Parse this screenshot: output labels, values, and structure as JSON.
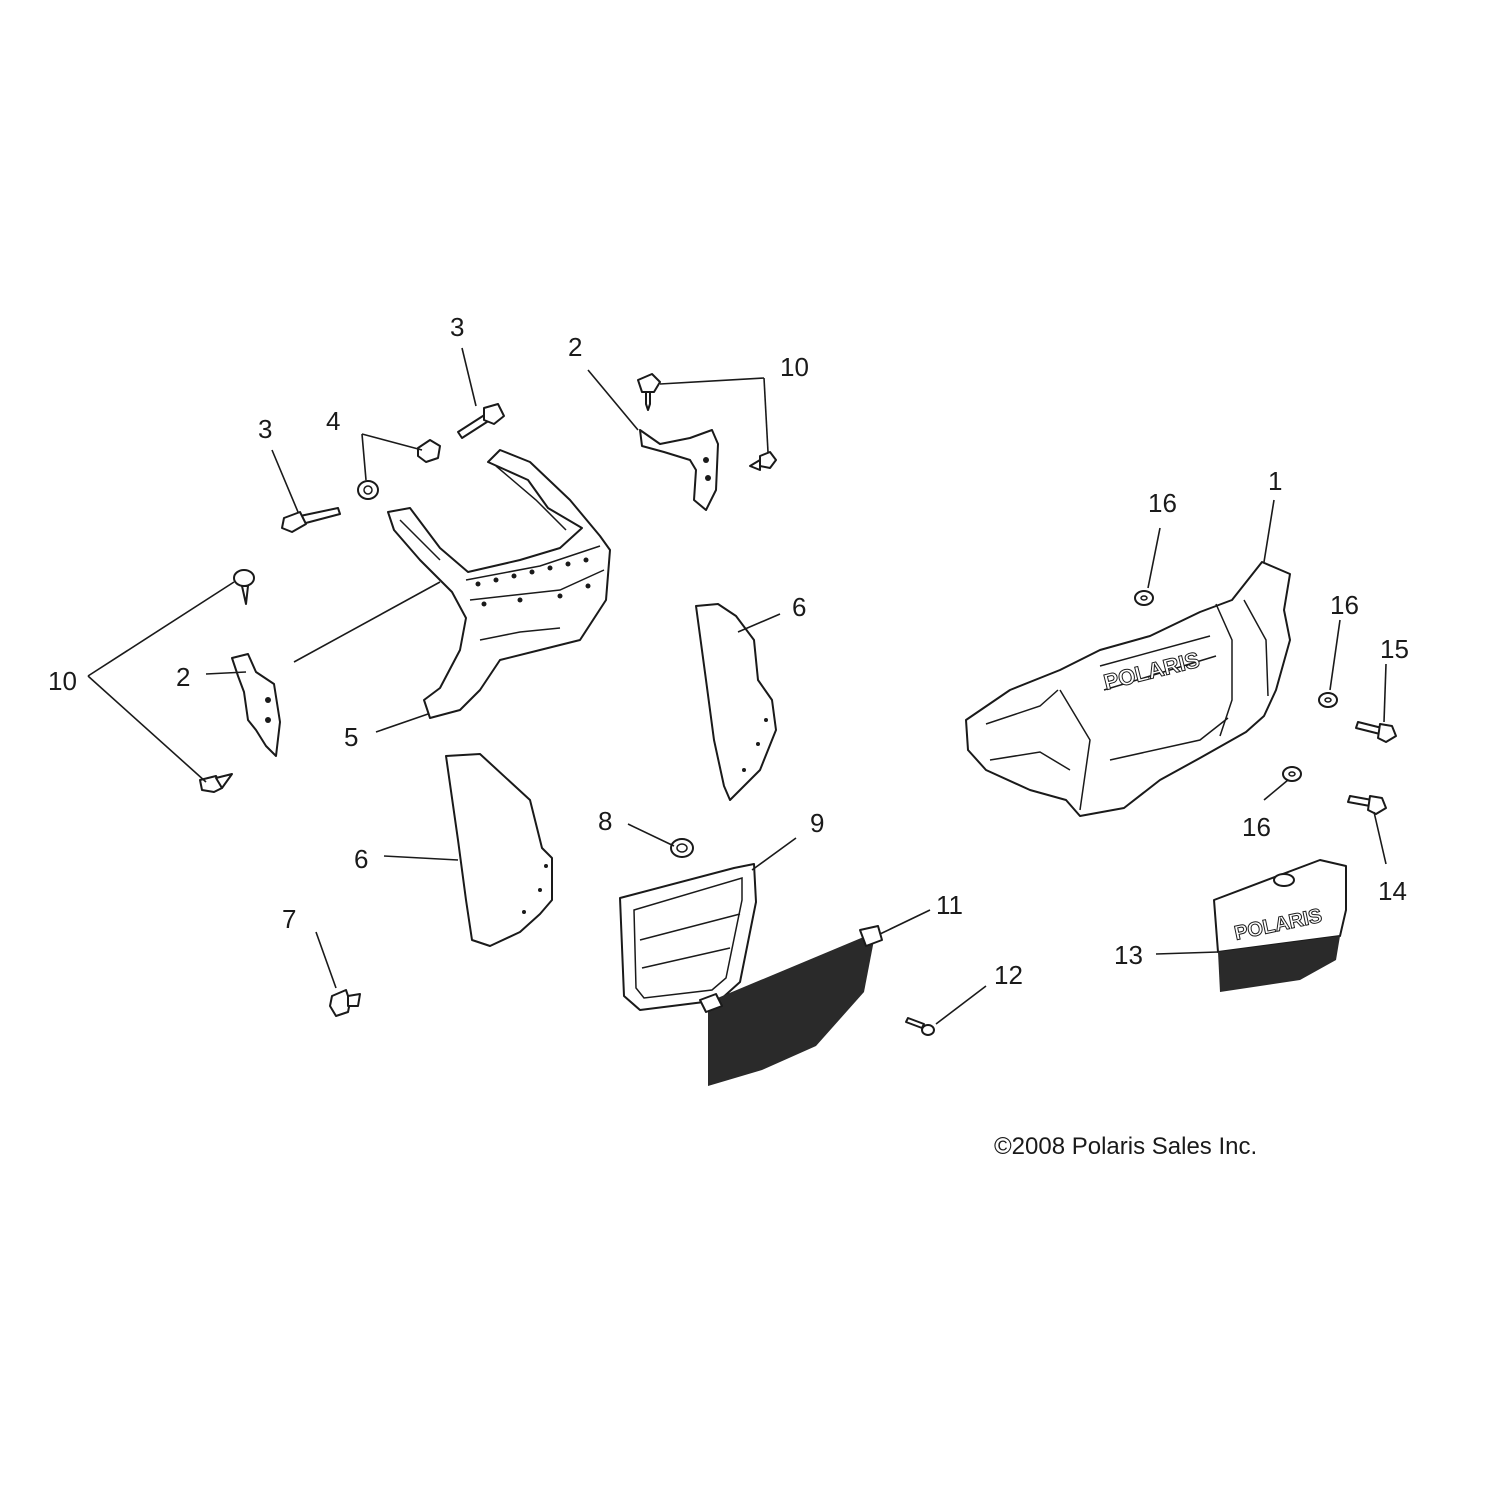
{
  "diagram": {
    "callouts": {
      "c3a": "3",
      "c3b": "3",
      "c4": "4",
      "c2a": "2",
      "c2b": "2",
      "c10a": "10",
      "c10b": "10",
      "c5": "5",
      "c6a": "6",
      "c6b": "6",
      "c7": "7",
      "c8": "8",
      "c9": "9",
      "c11": "11",
      "c12": "12",
      "c1": "1",
      "c16a": "16",
      "c16b": "16",
      "c16c": "16",
      "c15": "15",
      "c14": "14",
      "c13": "13"
    },
    "copyright": "©2008 Polaris Sales Inc.",
    "brand_text": "POLARIS"
  }
}
